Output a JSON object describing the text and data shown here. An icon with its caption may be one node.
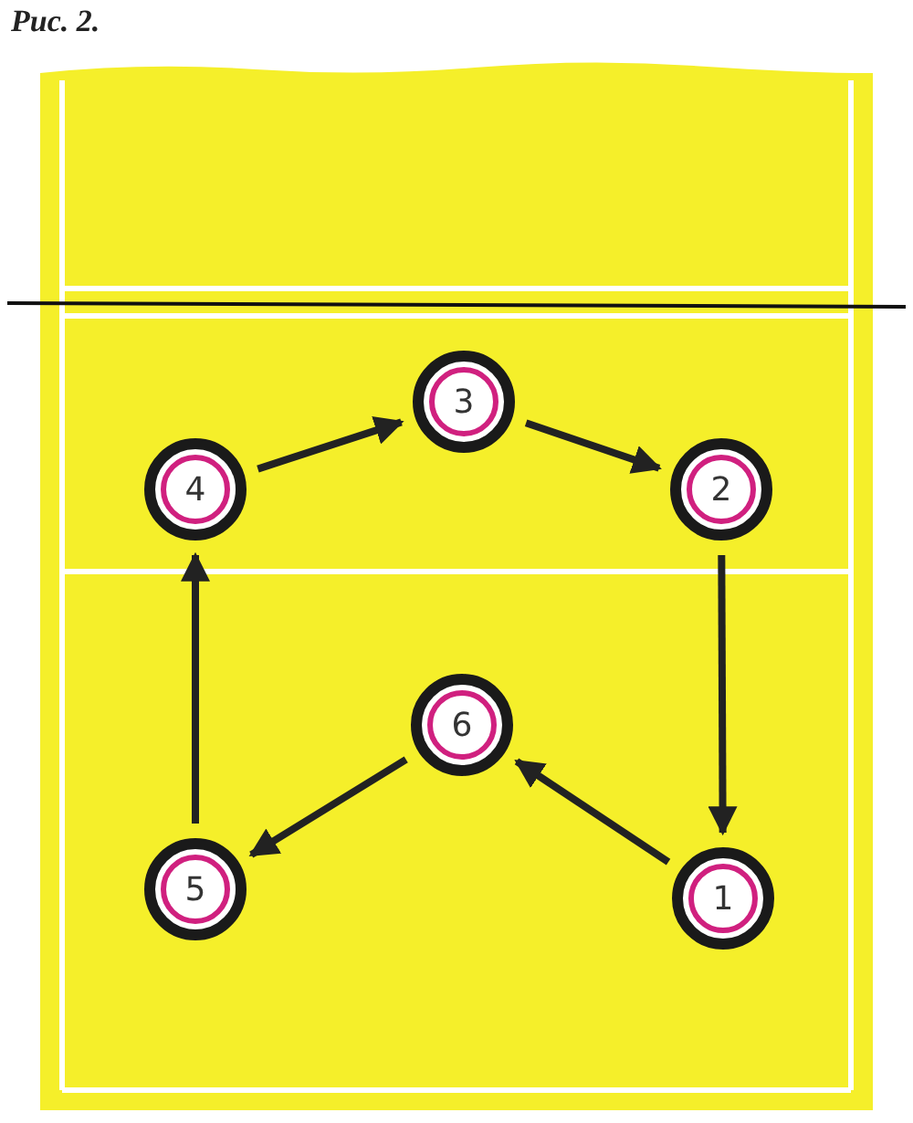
{
  "diagram": {
    "title": "Рис. 2.",
    "nodes": [
      {
        "text": [
          "3"
        ]
      },
      {
        "text": [
          "4"
        ]
      },
      {
        "text": [
          "2"
        ]
      },
      {
        "text": [
          "6"
        ]
      },
      {
        "text": [
          "5"
        ]
      },
      {
        "text": [
          "1"
        ]
      }
    ],
    "edges": [
      {
        "from": 1,
        "to": 0,
        "arrow": "to"
      },
      {
        "from": 0,
        "to": 2,
        "arrow": "to"
      },
      {
        "from": 2,
        "to": 5,
        "arrow": "to"
      },
      {
        "from": 5,
        "to": 3,
        "arrow": "to"
      },
      {
        "from": 3,
        "to": 4,
        "arrow": "to"
      },
      {
        "from": 4,
        "to": 1,
        "arrow": "to"
      }
    ]
  }
}
